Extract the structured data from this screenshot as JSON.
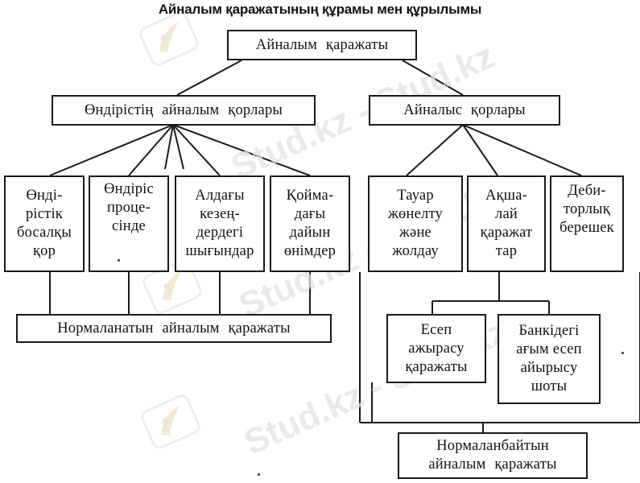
{
  "title": "Айналым қаражатының құрамы мен құрылымы",
  "watermark": "Stud.kz - Stud.kz",
  "nodes": {
    "root": "Айналым қаражаты",
    "production_funds": "Өндірістің айналым қорлары",
    "circulation_funds": "Айналыс қорлары",
    "production_reserves": "Өнді-\nрістік\nбосалқы\nқор",
    "work_in_process": "Өндіріс\nпроце-\nсінде",
    "deferred_expenses": "Алдағы\nкезең-\nдердегі\nшығындар",
    "finished_goods": "Қойма-\nдағы\nдайын\nөнімдер",
    "goods_shipped": "Тауар\nжөнелту\nжәне\nжолдау",
    "cash": "Ақша-\nлай\nқаражат\nтар",
    "receivables": "Деби-\nторлық\nберешек",
    "normalized": "Нормаланатын айналым қаражаты",
    "settlement_funds": "Есеп\nажырасу\nқаражаты",
    "bank_account": "Банкідегі\nағым есеп\nайырысу\nшоты",
    "non_normalized": "Нормаланбайтын\nайналым қаражаты"
  }
}
